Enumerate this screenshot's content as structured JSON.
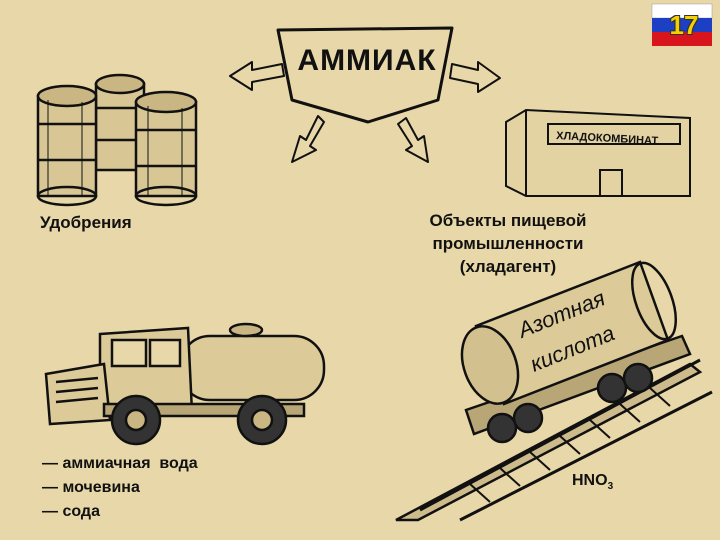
{
  "title": "АММИАК",
  "slide_number": "17",
  "colors": {
    "background": "#e8d7a8",
    "ink": "#111111",
    "flag_white": "#ffffff",
    "flag_blue": "#1c3fc4",
    "flag_red": "#d8141c",
    "number": "#f4d000"
  },
  "uses": {
    "fertilizers": "Удобрения",
    "food_line1": "Объекты пищевой",
    "food_line2": "промышленности",
    "food_line3": "(хладагент)",
    "building_sign": "ХЛАДОКОМБИНАТ",
    "tank_text_1": "Азотная",
    "tank_text_2": "кислота",
    "acid_formula_main": "HNO",
    "acid_formula_sub": "3",
    "truck_items": [
      "— аммиачная  вода",
      "— мочевина",
      "— сода"
    ]
  },
  "icons": [
    "barrels-icon",
    "factory-building-icon",
    "tank-truck-icon",
    "railway-tank-car-icon",
    "russian-flag-icon"
  ]
}
